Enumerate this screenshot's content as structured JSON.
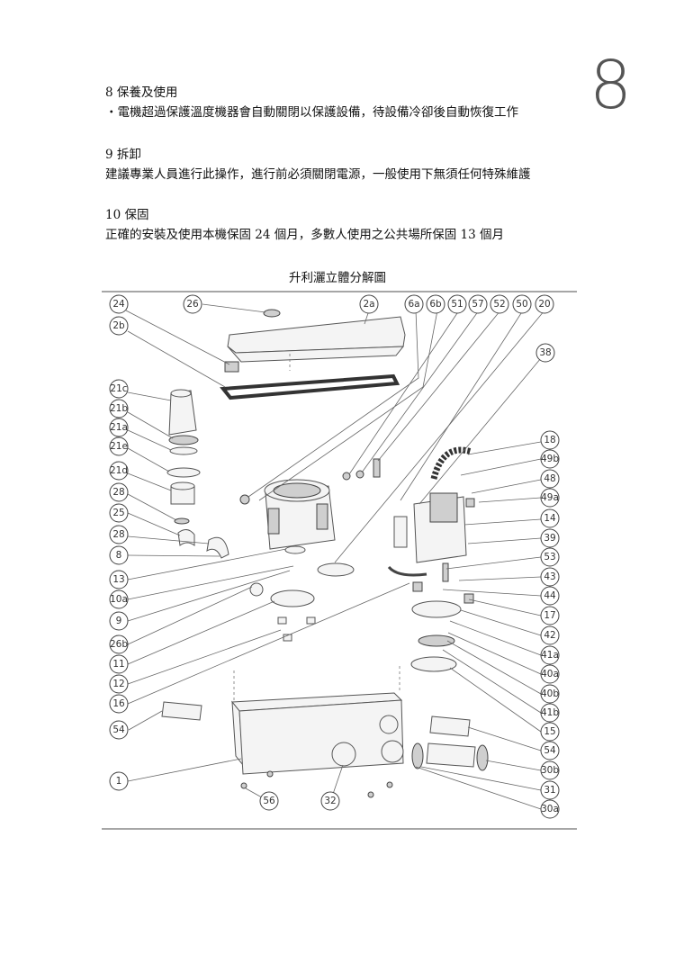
{
  "page_number": "8",
  "sections": [
    {
      "title": "8 保養及使用",
      "body": "・電機超過保護溫度機器會自動關閉以保護設備，待設備冷卻後自動恢復工作"
    },
    {
      "title": "9 拆卸",
      "body": "建議專業人員進行此操作，進行前必須關閉電源，一般使用下無須任何特殊維護"
    },
    {
      "title": "10 保固",
      "body": "正確的安裝及使用本機保固 24 個月，多數人使用之公共場所保固 13 個月"
    }
  ],
  "figure": {
    "title": "升利灑立體分解圖",
    "callouts": {
      "c24": "24",
      "c26t": "26",
      "c2a": "2a",
      "c6a": "6a",
      "c6b": "6b",
      "c51": "51",
      "c57": "57",
      "c52": "52",
      "c50": "50",
      "c20": "20",
      "c2b": "2b",
      "c38": "38",
      "c21c": "21c",
      "c21b": "21b",
      "c21a": "21a",
      "c21e": "21e",
      "c21d": "21d",
      "c28a": "28",
      "c25": "25",
      "c28b": "28",
      "c8": "8",
      "c13": "13",
      "c10a": "10a",
      "c9": "9",
      "c26b": "26b",
      "c11": "11",
      "c12": "12",
      "c16": "16",
      "c54l": "54",
      "c1": "1",
      "c56": "56",
      "c32": "32",
      "c18": "18",
      "c49b": "49b",
      "c48": "48",
      "c49a": "49a",
      "c14": "14",
      "c39": "39",
      "c53": "53",
      "c43": "43",
      "c44": "44",
      "c17": "17",
      "c42": "42",
      "c41a": "41a",
      "c40a": "40a",
      "c40b": "40b",
      "c41b": "41b",
      "c15": "15",
      "c54r": "54",
      "c30b": "30b",
      "c31": "31",
      "c30a": "30a"
    }
  }
}
